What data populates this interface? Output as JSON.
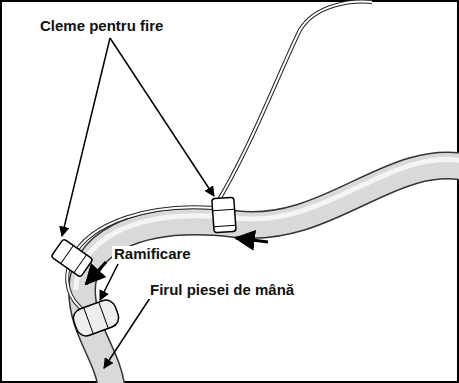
{
  "diagram": {
    "labels": [
      "Cleme pentru fire",
      "Ramificare",
      "Firul piesei de mână"
    ]
  }
}
